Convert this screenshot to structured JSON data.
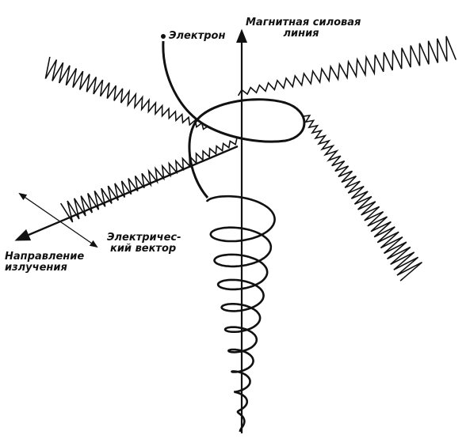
{
  "labels": {
    "electron": "Электрон",
    "field_line_1": "Магнитная силовая",
    "field_line_2": "линия",
    "electric_vector_1": "Электричес-",
    "electric_vector_2": "кий вектор",
    "radiation_dir_1": "Направление",
    "radiation_dir_2": "излучения"
  },
  "colors": {
    "ink": "#111111"
  }
}
